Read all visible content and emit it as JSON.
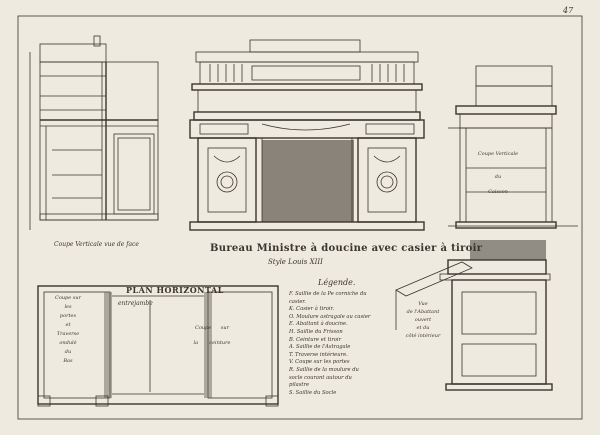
{
  "page_number": "47",
  "title": "Bureau Ministre à doucine avec casier à tiroir",
  "subtitle": "Style Louis XIII",
  "captions": {
    "coupe_vue_face": "Coupe Verticale   vue  de  face",
    "coupe_verticale_right": [
      "Coupe Verticale",
      "du",
      "Caisson"
    ],
    "vue_abattant": [
      "Vue",
      "de l'Abattant",
      "ouvert",
      "et du",
      "côté  intérieur"
    ],
    "coupe_portes": [
      "Coupe sur",
      "les",
      "portes",
      "et",
      "Traverse ondulé",
      "du",
      "Bas"
    ],
    "entrejambe": "entrejambe",
    "coupe_ceinture": [
      "Coupe",
      "sur",
      "la",
      "ceinture"
    ],
    "plan_horizontal": "PLAN HORIZONTAL"
  },
  "legend": {
    "title": "Légende.",
    "items": [
      "F. Saillie de la Pe corniche du",
      "     casier.",
      "K. Casier à tiroir.",
      "O. Moulure astragale au casier",
      "E. Abattant à doucine.",
      "H. Saillie du Frisson",
      "B. Ceinture et tiroir",
      "A. Saillie de l'Astragale",
      "T. Traverse intérieure.",
      "V. Coupe sur les portes",
      "R. Saillie de la moulure du",
      "     socle courant autour du",
      "     pilastre",
      "S. Saillie du Socle"
    ]
  }
}
